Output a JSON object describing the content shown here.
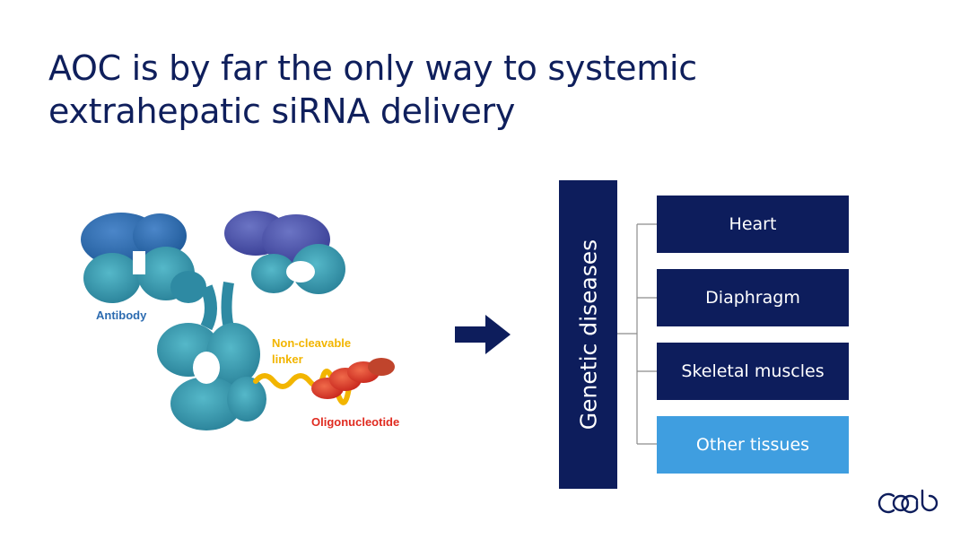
{
  "slide": {
    "title_line1": "AOC is by far the only way to systemic",
    "title_line2": "extrahepatic siRNA delivery"
  },
  "molecule": {
    "antibody_label": "Antibody",
    "linker_label_line1": "Non-cleavable",
    "linker_label_line2": "linker",
    "oligo_label": "Oligonucleotide"
  },
  "diagram": {
    "root_label": "Genetic diseases",
    "targets": [
      "Heart",
      "Diaphragm",
      "Skeletal muscles",
      "Other tissues"
    ]
  },
  "colors": {
    "navy": "#0d1d5c",
    "light_blue": "#3f9ee0",
    "title": "#0f1f5c",
    "antibody": "#2c6bb0",
    "linker": "#f2b500",
    "oligo": "#e02b20"
  },
  "icons": {
    "arrow": "right-arrow-icon",
    "logo": "company-logo"
  }
}
